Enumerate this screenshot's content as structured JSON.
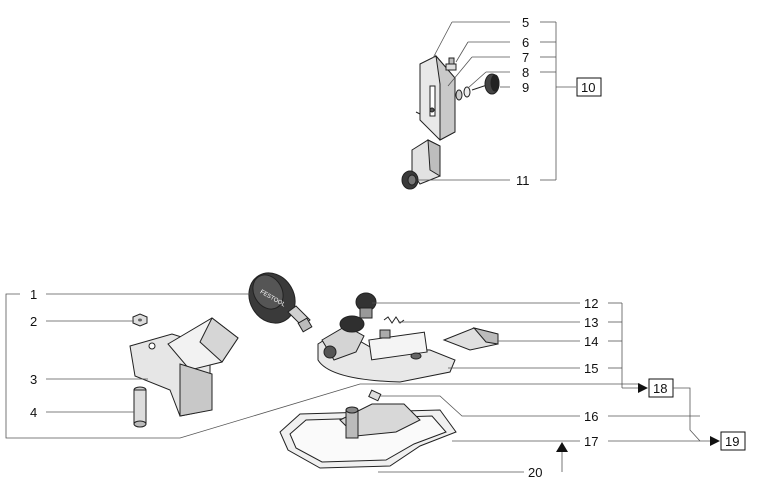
{
  "labels": {
    "p1": "1",
    "p2": "2",
    "p3": "3",
    "p4": "4",
    "p5": "5",
    "p6": "6",
    "p7": "7",
    "p8": "8",
    "p9": "9",
    "p10": "10",
    "p11": "11",
    "p12": "12",
    "p13": "13",
    "p14": "14",
    "p15": "15",
    "p16": "16",
    "p17": "17",
    "p18": "18",
    "p19": "19",
    "p20": "20"
  },
  "knob_brand_text": "FESTOOL"
}
